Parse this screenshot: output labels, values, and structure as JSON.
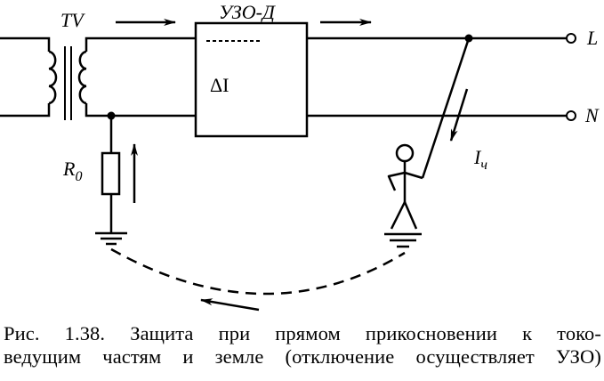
{
  "labels": {
    "transformer": "TV",
    "rcd": "УЗО-Д",
    "delta_i": "ΔI",
    "line_l": "L",
    "line_n": "N",
    "r0_main": "R",
    "r0_sub": "0",
    "ich_main": "I",
    "ich_sub": "ч"
  },
  "caption": {
    "line1": "Рис. 1.38. Защита при прямом прикосновении к токо-",
    "line2": "ведущим частям и земле (отключение осуществляет УЗО)"
  }
}
